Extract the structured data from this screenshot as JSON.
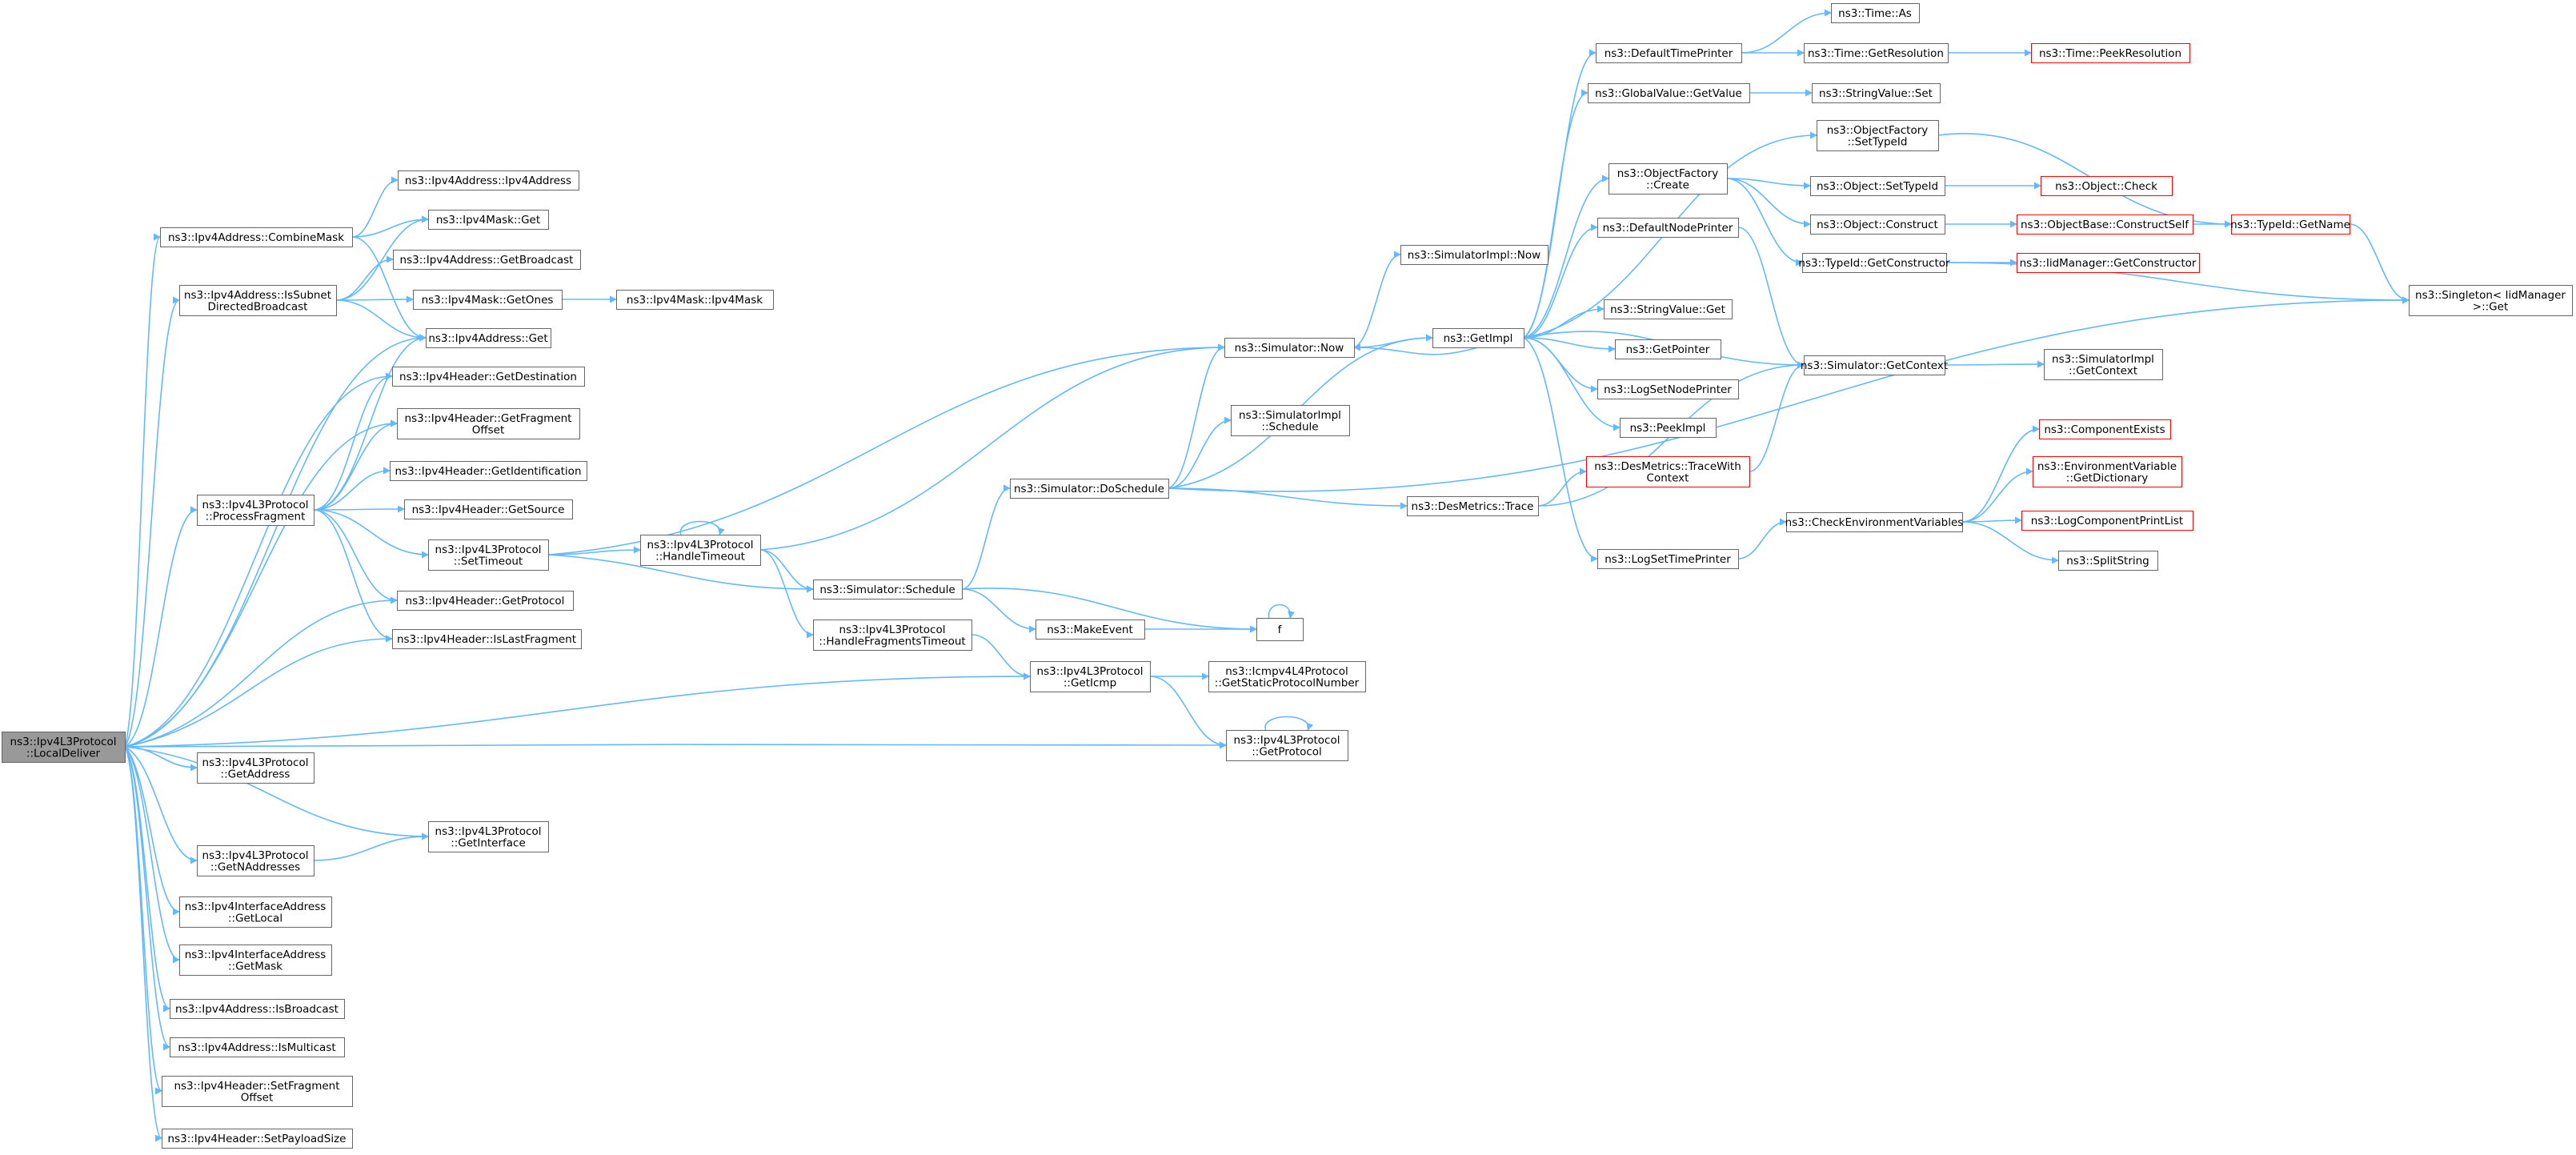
{
  "colors": {
    "edge": "#63b8ff",
    "node_border": "#666666",
    "node_fill": "#ffffff",
    "highlight_border": "#ff0000",
    "root_fill": "#999999"
  },
  "nodes": {
    "n_ld": {
      "label": [
        "ns3::Ipv4L3Protocol",
        "::LocalDeliver"
      ],
      "style": "root"
    },
    "n_cm": {
      "label": [
        "ns3::Ipv4Address::CombineMask"
      ],
      "style": "normal"
    },
    "n_isdb": {
      "label": [
        "ns3::Ipv4Address::IsSubnet",
        "DirectedBroadcast"
      ],
      "style": "normal"
    },
    "n_pf": {
      "label": [
        "ns3::Ipv4L3Protocol",
        "::ProcessFragment"
      ],
      "style": "normal"
    },
    "n_gadr": {
      "label": [
        "ns3::Ipv4L3Protocol",
        "::GetAddress"
      ],
      "style": "normal"
    },
    "n_gna": {
      "label": [
        "ns3::Ipv4L3Protocol",
        "::GetNAddresses"
      ],
      "style": "normal"
    },
    "n_iagl": {
      "label": [
        "ns3::Ipv4InterfaceAddress",
        "::GetLocal"
      ],
      "style": "normal"
    },
    "n_iagm": {
      "label": [
        "ns3::Ipv4InterfaceAddress",
        "::GetMask"
      ],
      "style": "normal"
    },
    "n_isb": {
      "label": [
        "ns3::Ipv4Address::IsBroadcast"
      ],
      "style": "normal"
    },
    "n_ism": {
      "label": [
        "ns3::Ipv4Address::IsMulticast"
      ],
      "style": "normal"
    },
    "n_sfo": {
      "label": [
        "ns3::Ipv4Header::SetFragment",
        "Offset"
      ],
      "style": "normal"
    },
    "n_sps": {
      "label": [
        "ns3::Ipv4Header::SetPayloadSize"
      ],
      "style": "normal"
    },
    "n_v4a": {
      "label": [
        "ns3::Ipv4Address::Ipv4Address"
      ],
      "style": "normal"
    },
    "n_mget": {
      "label": [
        "ns3::Ipv4Mask::Get"
      ],
      "style": "normal"
    },
    "n_gbc": {
      "label": [
        "ns3::Ipv4Address::GetBroadcast"
      ],
      "style": "normal"
    },
    "n_gon": {
      "label": [
        "ns3::Ipv4Mask::GetOnes"
      ],
      "style": "normal"
    },
    "n_aget": {
      "label": [
        "ns3::Ipv4Address::Get"
      ],
      "style": "normal"
    },
    "n_gdst": {
      "label": [
        "ns3::Ipv4Header::GetDestination"
      ],
      "style": "normal"
    },
    "n_gfo": {
      "label": [
        "ns3::Ipv4Header::GetFragment",
        "Offset"
      ],
      "style": "normal"
    },
    "n_gid": {
      "label": [
        "ns3::Ipv4Header::GetIdentification"
      ],
      "style": "normal"
    },
    "n_gsrc": {
      "label": [
        "ns3::Ipv4Header::GetSource"
      ],
      "style": "normal"
    },
    "n_st": {
      "label": [
        "ns3::Ipv4L3Protocol",
        "::SetTimeout"
      ],
      "style": "normal"
    },
    "n_hgp": {
      "label": [
        "ns3::Ipv4Header::GetProtocol"
      ],
      "style": "normal"
    },
    "n_ilf": {
      "label": [
        "ns3::Ipv4Header::IsLastFragment"
      ],
      "style": "normal"
    },
    "n_gif": {
      "label": [
        "ns3::Ipv4L3Protocol",
        "::GetInterface"
      ],
      "style": "normal"
    },
    "n_mv4m": {
      "label": [
        "ns3::Ipv4Mask::Ipv4Mask"
      ],
      "style": "normal"
    },
    "n_ht": {
      "label": [
        "ns3::Ipv4L3Protocol",
        "::HandleTimeout"
      ],
      "style": "normal"
    },
    "n_hft": {
      "label": [
        "ns3::Ipv4L3Protocol",
        "::HandleFragmentsTimeout"
      ],
      "style": "normal"
    },
    "n_ssch": {
      "label": [
        "ns3::Simulator::Schedule"
      ],
      "style": "normal"
    },
    "n_sds": {
      "label": [
        "ns3::Simulator::DoSchedule"
      ],
      "style": "normal"
    },
    "n_snow": {
      "label": [
        "ns3::Simulator::Now"
      ],
      "style": "normal"
    },
    "n_sisc": {
      "label": [
        "ns3::SimulatorImpl",
        "::Schedule"
      ],
      "style": "normal"
    },
    "n_me": {
      "label": [
        "ns3::MakeEvent"
      ],
      "style": "normal"
    },
    "n_f": {
      "label": [
        "f"
      ],
      "style": "normal"
    },
    "n_gicm": {
      "label": [
        "ns3::Ipv4L3Protocol",
        "::GetIcmp"
      ],
      "style": "normal"
    },
    "n_ic4": {
      "label": [
        "ns3::Icmpv4L4Protocol",
        "::GetStaticProtocolNumber"
      ],
      "style": "normal"
    },
    "n_gpro": {
      "label": [
        "ns3::Ipv4L3Protocol",
        "::GetProtocol"
      ],
      "style": "normal"
    },
    "n_sinw": {
      "label": [
        "ns3::SimulatorImpl::Now"
      ],
      "style": "normal"
    },
    "n_gimp": {
      "label": [
        "ns3::GetImpl"
      ],
      "style": "normal"
    },
    "n_dmt": {
      "label": [
        "ns3::DesMetrics::Trace"
      ],
      "style": "normal"
    },
    "n_dtp": {
      "label": [
        "ns3::DefaultTimePrinter"
      ],
      "style": "normal"
    },
    "n_gvgv": {
      "label": [
        "ns3::GlobalValue::GetValue"
      ],
      "style": "normal"
    },
    "n_ofc": {
      "label": [
        "ns3::ObjectFactory",
        "::Create"
      ],
      "style": "normal"
    },
    "n_dnp": {
      "label": [
        "ns3::DefaultNodePrinter"
      ],
      "style": "normal"
    },
    "n_svg": {
      "label": [
        "ns3::StringValue::Get"
      ],
      "style": "normal"
    },
    "n_gptr": {
      "label": [
        "ns3::GetPointer"
      ],
      "style": "normal"
    },
    "n_lsnp": {
      "label": [
        "ns3::LogSetNodePrinter"
      ],
      "style": "normal"
    },
    "n_pki": {
      "label": [
        "ns3::PeekImpl"
      ],
      "style": "normal"
    },
    "n_dmtc": {
      "label": [
        "ns3::DesMetrics::TraceWith",
        "Context"
      ],
      "style": "highlight"
    },
    "n_lstp": {
      "label": [
        "ns3::LogSetTimePrinter"
      ],
      "style": "normal"
    },
    "n_tas": {
      "label": [
        "ns3::Time::As"
      ],
      "style": "normal"
    },
    "n_tgr": {
      "label": [
        "ns3::Time::GetResolution"
      ],
      "style": "normal"
    },
    "n_svs": {
      "label": [
        "ns3::StringValue::Set"
      ],
      "style": "normal"
    },
    "n_ofst": {
      "label": [
        "ns3::ObjectFactory",
        "::SetTypeId"
      ],
      "style": "normal"
    },
    "n_ost": {
      "label": [
        "ns3::Object::SetTypeId"
      ],
      "style": "normal"
    },
    "n_oc": {
      "label": [
        "ns3::Object::Construct"
      ],
      "style": "normal"
    },
    "n_tgc": {
      "label": [
        "ns3::TypeId::GetConstructor"
      ],
      "style": "normal"
    },
    "n_sgc": {
      "label": [
        "ns3::Simulator::GetContext"
      ],
      "style": "normal"
    },
    "n_cev": {
      "label": [
        "ns3::CheckEnvironmentVariables"
      ],
      "style": "normal"
    },
    "n_tpr": {
      "label": [
        "ns3::Time::PeekResolution"
      ],
      "style": "highlight"
    },
    "n_och": {
      "label": [
        "ns3::Object::Check"
      ],
      "style": "highlight"
    },
    "n_obcs": {
      "label": [
        "ns3::ObjectBase::ConstructSelf"
      ],
      "style": "highlight"
    },
    "n_tgn": {
      "label": [
        "ns3::TypeId::GetName"
      ],
      "style": "highlight"
    },
    "n_imgc": {
      "label": [
        "ns3::IidManager::GetConstructor"
      ],
      "style": "highlight"
    },
    "n_sigc": {
      "label": [
        "ns3::SimulatorImpl",
        "::GetContext"
      ],
      "style": "normal"
    },
    "n_ce": {
      "label": [
        "ns3::ComponentExists"
      ],
      "style": "highlight"
    },
    "n_evgd": {
      "label": [
        "ns3::EnvironmentVariable",
        "::GetDictionary"
      ],
      "style": "highlight"
    },
    "n_lcpl": {
      "label": [
        "ns3::LogComponentPrintList"
      ],
      "style": "highlight"
    },
    "n_ss": {
      "label": [
        "ns3::SplitString"
      ],
      "style": "normal"
    },
    "n_sgim": {
      "label": [
        "ns3::Singleton< IidManager",
        " >::Get"
      ],
      "style": "normal"
    }
  }
}
